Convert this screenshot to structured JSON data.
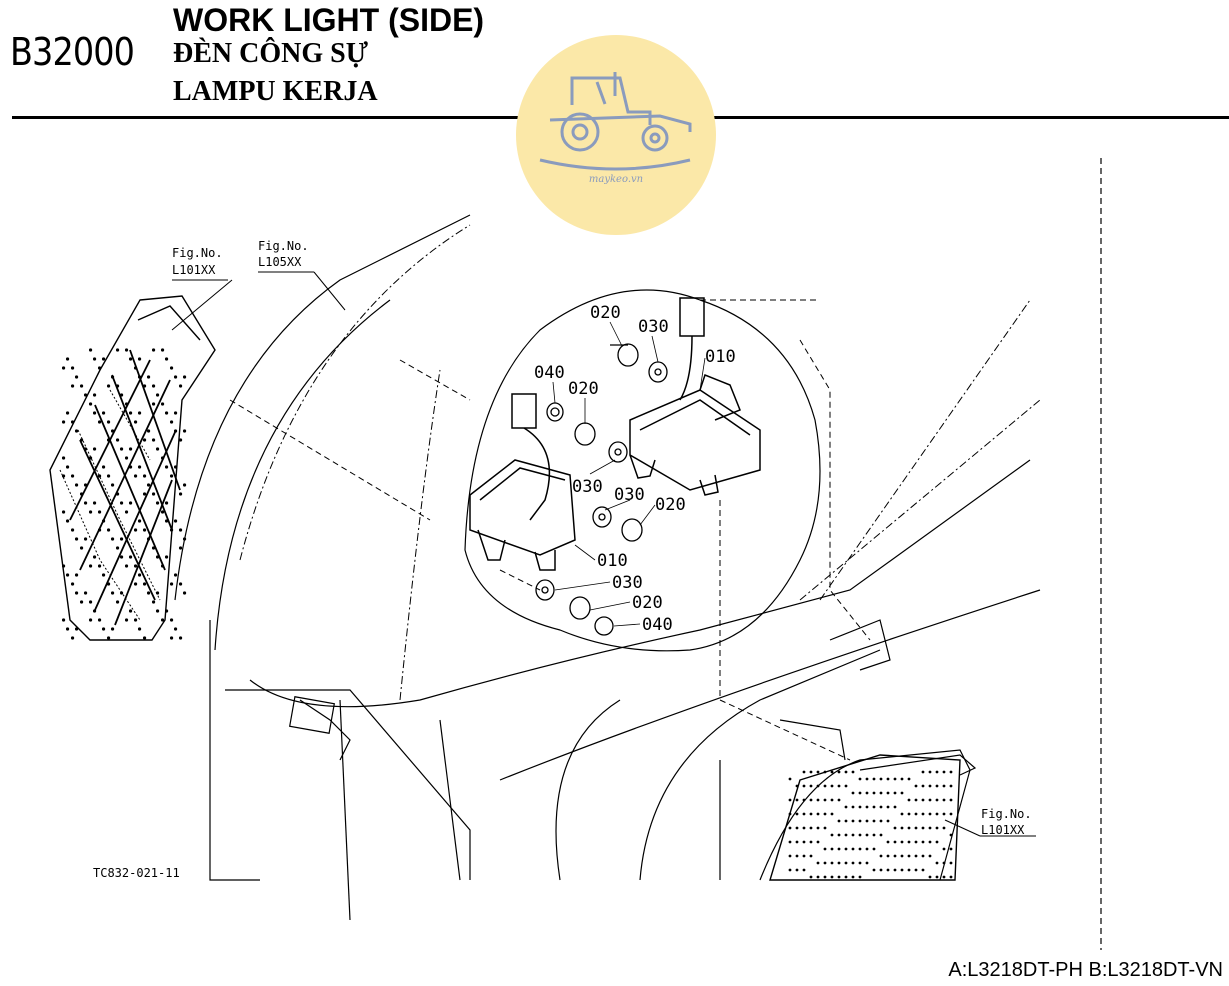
{
  "header": {
    "code": "B32000",
    "title_en": "WORK LIGHT (SIDE)",
    "title_vi": "ĐÈN CÔNG SỰ",
    "title_ms": "LAMPU KERJA"
  },
  "watermark": {
    "text": "maykeo.vn",
    "color": "#fbe8a8"
  },
  "figure_refs": {
    "left_a_label": "Fig.No.",
    "left_a_value": "L101XX",
    "left_b_label": "Fig.No.",
    "left_b_value": "L105XX",
    "right_label": "Fig.No.",
    "right_value": "L101XX"
  },
  "callouts": {
    "c020_top": "020",
    "c030_top": "030",
    "c010_top": "010",
    "c040_mid": "040",
    "c020_mid": "020",
    "c030_l": "030",
    "c030_r": "030",
    "c020_r": "020",
    "c010_low": "010",
    "c030_low": "030",
    "c020_low": "020",
    "c040_low": "040"
  },
  "drawing_code": "TC832-021-11",
  "footer": "A:L3218DT-PH B:L3218DT-VN"
}
